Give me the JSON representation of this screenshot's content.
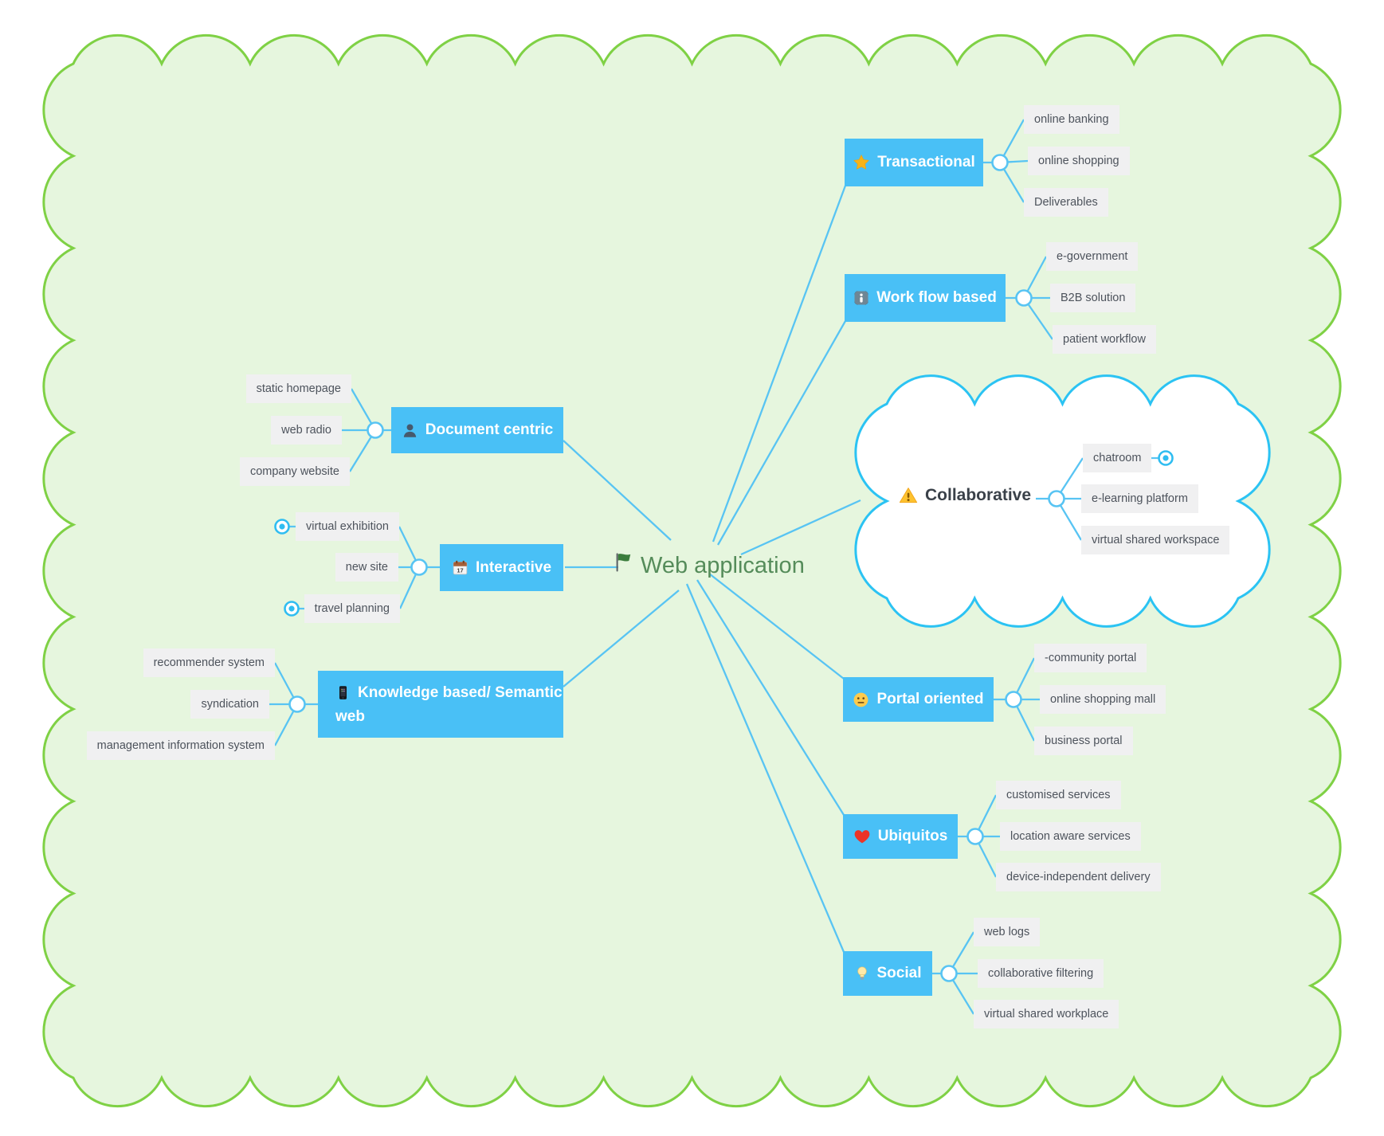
{
  "root": {
    "label": "Web application",
    "icon": "green-flag"
  },
  "branches": [
    {
      "label": "Document centric",
      "icon": "person-silhouette",
      "children": [
        {
          "label": "static homepage"
        },
        {
          "label": "web radio"
        },
        {
          "label": "company website"
        }
      ]
    },
    {
      "label": "Interactive",
      "icon": "calendar-17",
      "children": [
        {
          "label": "virtual exhibition",
          "collapsed": true
        },
        {
          "label": "new site"
        },
        {
          "label": "travel planning",
          "collapsed": true
        }
      ]
    },
    {
      "label": "Knowledge based/ Semantic web",
      "icon": "mobile-phone",
      "children": [
        {
          "label": "recommender system"
        },
        {
          "label": "syndication"
        },
        {
          "label": "management information system"
        }
      ]
    },
    {
      "label": "Transactional",
      "icon": "gold-star",
      "children": [
        {
          "label": "online banking"
        },
        {
          "label": "online shopping"
        },
        {
          "label": "Deliverables"
        }
      ]
    },
    {
      "label": "Work flow based",
      "icon": "information",
      "children": [
        {
          "label": "e-government"
        },
        {
          "label": "B2B solution"
        },
        {
          "label": "patient workflow"
        }
      ]
    },
    {
      "label": "Collaborative",
      "icon": "warning-sign",
      "shape": "cloud",
      "children": [
        {
          "label": "chatroom",
          "collapsed": true
        },
        {
          "label": "e-learning platform"
        },
        {
          "label": "virtual shared workspace"
        }
      ]
    },
    {
      "label": "Portal oriented",
      "icon": "neutral-face",
      "children": [
        {
          "label": "-community portal"
        },
        {
          "label": "online shopping mall"
        },
        {
          "label": "business portal"
        }
      ]
    },
    {
      "label": "Ubiquitos",
      "icon": "red-heart",
      "children": [
        {
          "label": "customised services"
        },
        {
          "label": "location aware services"
        },
        {
          "label": "device-independent delivery"
        }
      ]
    },
    {
      "label": "Social",
      "icon": "light-bulb",
      "children": [
        {
          "label": "web logs"
        },
        {
          "label": "collaborative filtering"
        },
        {
          "label": "virtual shared workplace"
        }
      ]
    }
  ],
  "colors": {
    "canvas_fill": "#e6f6de",
    "canvas_border": "#7fd145",
    "topic_bg": "#49c0f6",
    "topic_text": "#ffffff",
    "subtopic_bg": "#f0f0f1",
    "subtopic_text": "#4d535c",
    "connector": "#58c4f3",
    "cloud_fill": "#ffffff",
    "cloud_border": "#2bc3f3",
    "root_text": "#558c5a"
  }
}
